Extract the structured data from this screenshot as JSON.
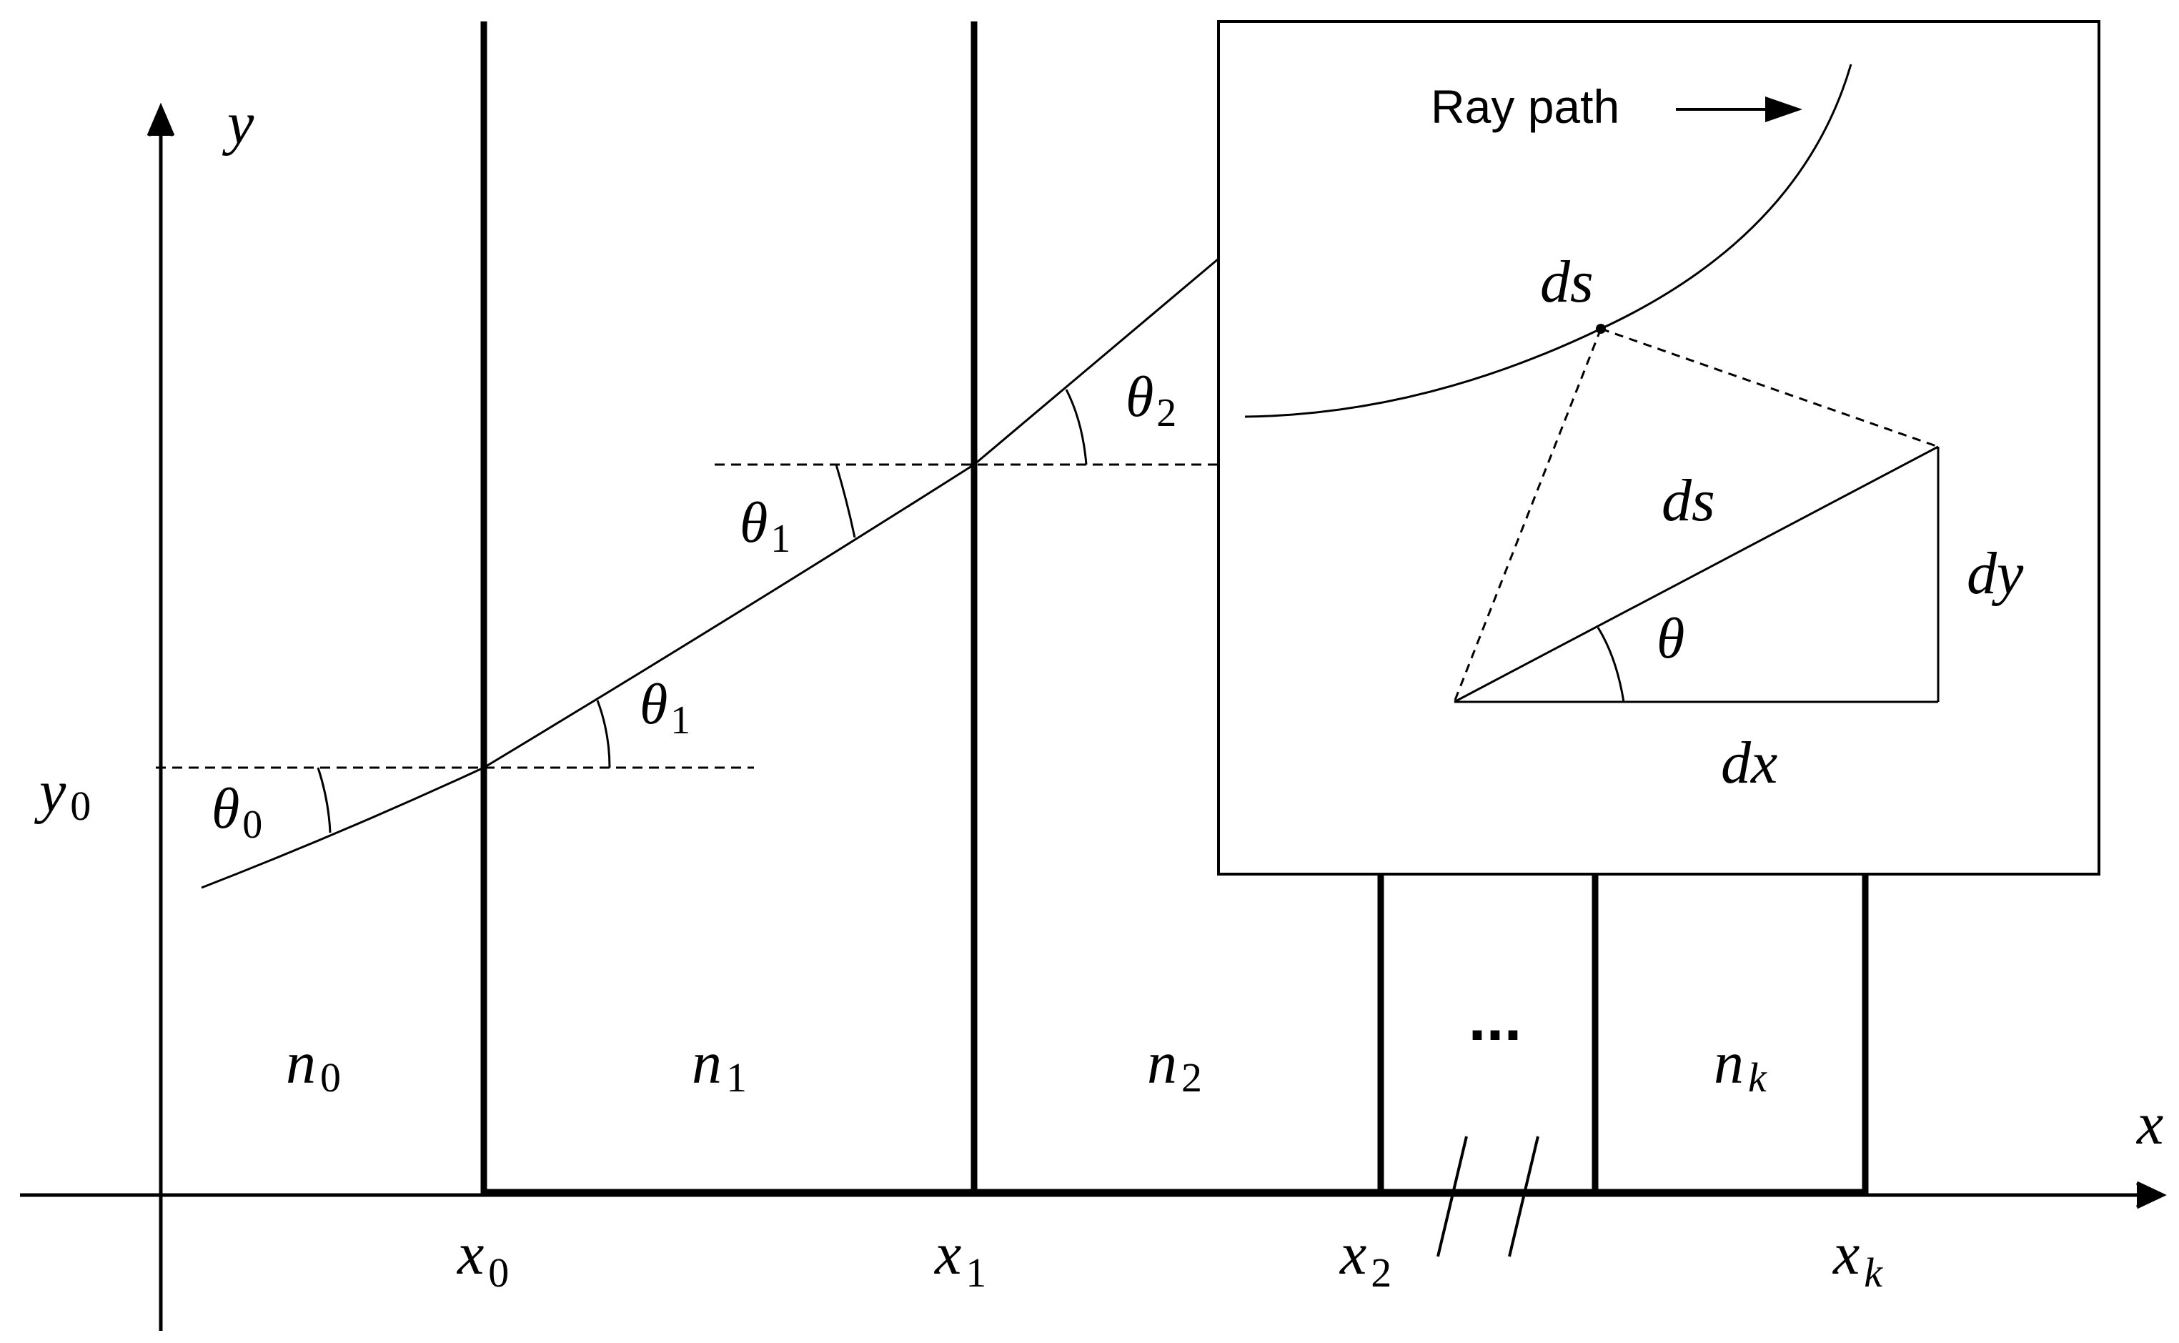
{
  "axes": {
    "x_label": "x",
    "y_label": "y",
    "y0_label": "y",
    "y0_sub": "0"
  },
  "boundaries": [
    {
      "label": "x",
      "sub": "0"
    },
    {
      "label": "x",
      "sub": "1"
    },
    {
      "label": "x",
      "sub": "2"
    },
    {
      "label": "x",
      "sub": "k"
    }
  ],
  "media": [
    {
      "label": "n",
      "sub": "0"
    },
    {
      "label": "n",
      "sub": "1"
    },
    {
      "label": "n",
      "sub": "2"
    },
    {
      "label": "n",
      "sub": "k"
    }
  ],
  "ellipsis": "...",
  "angles": [
    {
      "label": "θ",
      "sub": "0"
    },
    {
      "label": "θ",
      "sub": "1"
    },
    {
      "label": "θ",
      "sub": "1"
    },
    {
      "label": "θ",
      "sub": "2"
    }
  ],
  "inset": {
    "ray_path_label": "Ray path",
    "ds_label": "ds",
    "ds_triangle_label": "ds",
    "dy_label": "dy",
    "dx_label": "dx",
    "theta_label": "θ"
  }
}
